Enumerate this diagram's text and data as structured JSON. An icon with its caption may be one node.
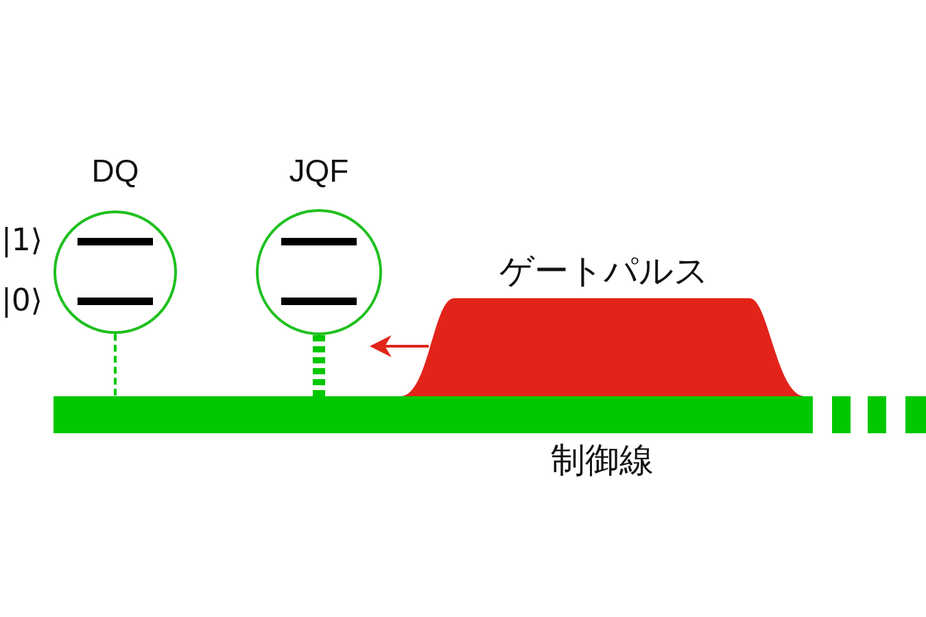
{
  "diagram": {
    "nodes": [
      {
        "text": [
          "DQ"
        ],
        "beside": [
          "|1⟩",
          "|0⟩"
        ]
      },
      {
        "text": [
          "JQF"
        ]
      },
      {
        "text": [
          "制御線"
        ]
      },
      {
        "text": [
          "ゲートパルス"
        ]
      }
    ],
    "edges": [
      {
        "from": 0,
        "to": 2,
        "arrow": "none",
        "style": "dashed"
      },
      {
        "from": 1,
        "to": 2,
        "arrow": "none",
        "style": "dashed"
      },
      {
        "from": 3,
        "to": null,
        "arrow": "to",
        "color": "#e02418"
      }
    ]
  }
}
